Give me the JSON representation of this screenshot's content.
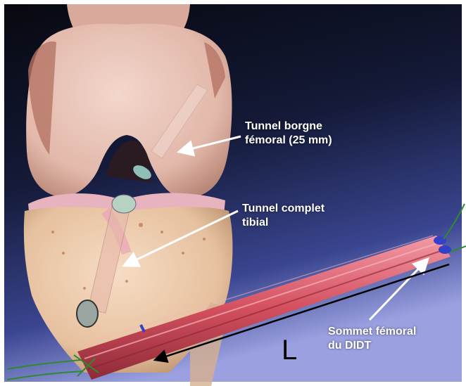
{
  "image": {
    "subject": "knee-acl-graft-illustration",
    "background_gradient": [
      "#0b0d18",
      "#1a2350",
      "#8f95d8"
    ],
    "bone_color": "#e8c3b2",
    "graft_color": "#c9475a",
    "suture_color": "#2e7d2e",
    "arrow_color": "#ffffff"
  },
  "labels": {
    "femoral_tunnel": {
      "line1": "Tunnel borgne",
      "line2": "fémoral (25 mm)"
    },
    "tibial_tunnel": {
      "line1": "Tunnel complet",
      "line2": "tibial"
    },
    "graft_top": {
      "line1": "Sommet fémoral",
      "line2": "du DIDT"
    },
    "length_marker": "L"
  }
}
